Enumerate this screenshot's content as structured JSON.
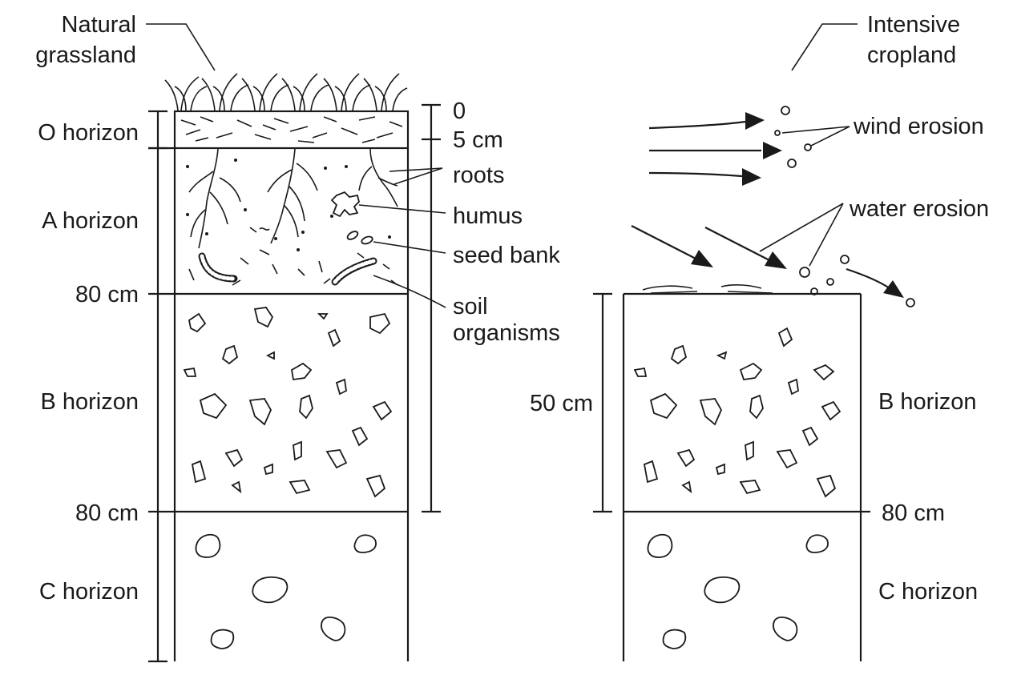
{
  "natural": {
    "title_line1": "Natural",
    "title_line2": "grassland",
    "horizons": {
      "o": "O horizon",
      "a": "A horizon",
      "b": "B horizon",
      "c": "C horizon"
    },
    "depth_left": {
      "a_bottom": "80 cm",
      "b_bottom": "80 cm"
    },
    "depth_right": {
      "top": "0",
      "o_bottom": "5 cm"
    },
    "callouts": {
      "roots": "roots",
      "humus": "humus",
      "seed_bank": "seed bank",
      "soil_organisms_line1": "soil",
      "soil_organisms_line2": "organisms"
    }
  },
  "cropland": {
    "title_line1": "Intensive",
    "title_line2": "cropland",
    "wind_erosion": "wind erosion",
    "water_erosion": "water erosion",
    "depth_b": "50 cm",
    "depth_bottom": "80 cm",
    "horizons": {
      "b": "B horizon",
      "c": "C horizon"
    }
  }
}
